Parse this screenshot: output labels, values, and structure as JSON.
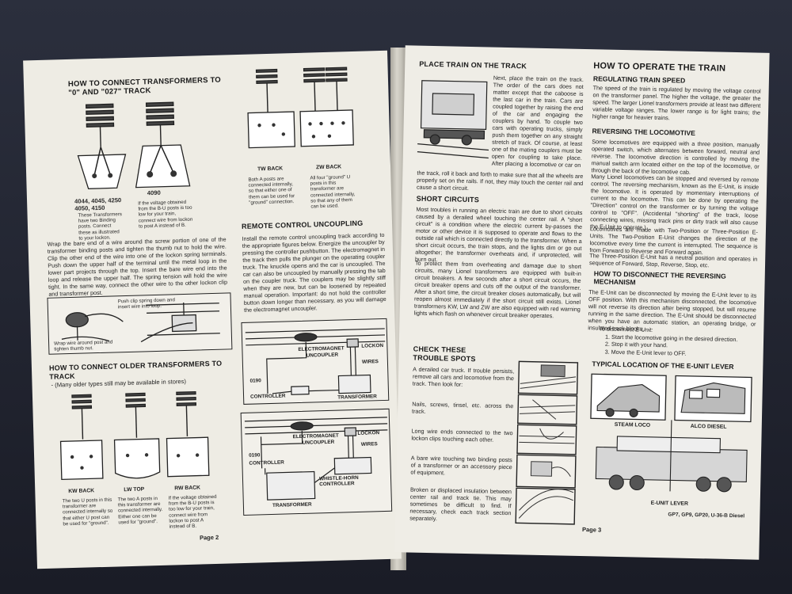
{
  "left_page": {
    "h_transformers": "HOW TO CONNECT TRANSFORMERS TO \"0\" AND \"027\" TRACK",
    "model_a": "4044, 4045, 4250",
    "model_a2": "4050, 4150",
    "model_a_cap": "These Transformers have two Binding posts. Connect these as illustrated to your lockon.",
    "model_b": "4090",
    "model_b_cap": "If the voltage obtained from the B-U posts is too low for your train, connect wire from lockon to post A instead of B.",
    "tw_back": "TW BACK",
    "tw_cap": "Both A posts are connected internally, so that either one of them can be used for \"ground\" connection.",
    "zw_back": "ZW BACK",
    "zw_cap": "All four \"ground\" U posts in this transformer are connected internally, so that any of them can be used.",
    "wrap_text": "Wrap the bare end of a wire around the screw portion of one of the transformer binding posts and tighten the thumb nut to hold the wire. Clip the other end of the wire into one of the lockon spring terminals. Push down the upper half of the terminal until the metal loop in the lower part projects through the top. Insert the bare wire end into the loop and release the upper half. The spring tension will hold the wire tight. In the same way, connect the other wire to the other lockon clip and transformer post.",
    "push_clip": "Push clip spring down and insert wire into loop.",
    "wrap_cap": "Wrap wire around post and tighten thumb nut.",
    "h_older": "HOW TO CONNECT OLDER TRANSFORMERS TO TRACK",
    "older_note": "- (Many older types still may be available in stores)",
    "kw_back": "KW BACK",
    "kw_cap": "The two U posts in this transformer are connected internally so that either U post can be used for \"ground\".",
    "lw_top": "LW TOP",
    "lw_cap": "The two A posts in this transformer are connected internally. Either one can be used for \"ground\".",
    "rw_back": "RW BACK",
    "rw_cap": "If the voltage obtained from the B-U posts is too low for your train, connect wire from lockon to post A instead of B.",
    "h_remote": "REMOTE CONTROL UNCOUPLING",
    "remote_text": "Install the remote control uncoupling track according to the appropriate figures below. Energize the uncoupler by pressing the controller pushbutton. The electromagnet in the track then pulls the plunger on the operating coupler truck. The knuckle opens and the car is uncoupled. The car can also be uncoupled by manually pressing the tab on the coupler truck. The couplers may be slightly stiff when they are new, but can be loosened by repeated manual operation. Important: do not hold the controller button down longer than necessary, as you will damage the electromagnet uncoupler.",
    "d1_electromagnet": "ELECTROMAGNET",
    "d1_uncoupler": "UNCOUPLER",
    "d1_lockon": "LOCKON",
    "d1_wires": "WIRES",
    "d1_0190": "0190",
    "d1_controller": "CONTROLLER",
    "d1_transformer": "TRANSFORMER",
    "d2_electromagnet": "ELECTROMAGNET",
    "d2_uncoupler": "UNCOUPLER",
    "d2_lockon": "LOCKON",
    "d2_wires": "WIRES",
    "d2_0190": "0190",
    "d2_controller": "CONTROLLER",
    "d2_whistle": "WHISTLE-HORN CONTROLLER",
    "d2_transformer": "TRANSFORMER",
    "page": "Page 2"
  },
  "right_page": {
    "h_place": "PLACE TRAIN ON THE TRACK",
    "place_text": "Next, place the train on the track. The order of the cars does not matter except that the caboose is the last car in the train. Cars are coupled together by raising the end of the car and engaging the couplers by hand. To couple two cars with operating trucks, simply push them together on any straight stretch of track. Of course, at least one of the mating couplers must be open for coupling to take place. After placing a locomotive or car on",
    "place_text2": "the track, roll it back and forth to make sure that all the wheels are properly set on the rails. If not, they may touch the center rail and cause a short circuit.",
    "h_short": "SHORT CIRCUITS",
    "short_text": "Most troubles in running an electric train are due to short circuits caused by a derailed wheel touching the center rail. A \"short circuit\" is a condition where the electric current by-passes the motor or other device it is supposed to operate and flows to the outside rail which is connected directly to the transformer. When a short circuit occurs, the train stops, and the lights dim or go out altogether; the transformer overheats and, if unprotected, will burn out.",
    "short_text2": "To protect them from overheating and damage due to short circuits, many Lionel transformers are equipped with built-in circuit breakers. A few seconds after a short circuit occurs, the circuit breaker opens and cuts off the output of the transformer. After a short time, the circuit breaker closes automatically, but will reopen almost immediately if the short circuit still exists. Lionel transformers KW, LW and ZW are also equipped with red warning lights which flash on whenever circuit breaker operates.",
    "h_check": "CHECK THESE TROUBLE SPOTS",
    "check_1": "A derailed car truck. If trouble persists, remove all cars and locomotive from the track. Then look for:",
    "check_2": "Nails, screws, tinsel, etc. across the track.",
    "check_3": "Long wire ends connected to the two lockon clips touching each other.",
    "check_4": "A bare wire touching two binding posts of a transformer or an accessory piece of equipment.",
    "check_5": "Broken or displaced insulation between center rail and track tie. This may sometimes be difficult to find. If necessary, check each track section separately.",
    "h_operate": "HOW TO OPERATE THE TRAIN",
    "h_speed": "REGULATING TRAIN SPEED",
    "speed_text": "The speed of the train is regulated by moving the voltage control on the transformer panel. The higher the voltage, the greater the speed. The larger Lionel transformers provide at least two different variable voltage ranges. The lower range is for light trains; the higher range for heavier trains.",
    "h_reverse": "REVERSING THE LOCOMOTIVE",
    "reverse_text": "Some locomotives are equipped with a three position, manually operated switch, which alternates between forward, neutral and reverse. The locomotive direction is controlled by moving the manual switch arm located either on the top of the locomotive, or through the back of the locomotive cab.",
    "reverse_text2": "Many Lionel locomotives can be stopped and reversed by remote control. The reversing mechanism, known as the E-Unit, is inside the locomotive. It is operated by momentary interruptions of current to the locomotive. This can be done by operating the \"Direction\" control on the transformer or by turning the voltage control to \"OFF\". (Accidental \"shorting\" of the track, loose connecting wires, missing track pins or dirty track will also cause the E-Unit to operate.)",
    "reverse_text3": "Locomotives are made with Two-Position or Three-Position E-Units. The Two-Position E-Unit changes the direction of the locomotive every time the current is interrupted. The sequence is from Forward to Reverse and Forward again.",
    "reverse_text4": "The Three-Position E-Unit has a neutral position and operates in sequence of Forward, Stop, Reverse, Stop, etc.",
    "h_disconnect": "HOW TO DISCONNECT THE REVERSING MECHANISM",
    "disconnect_text": "The E-Unit can be disconnected by moving the E-Unit lever to its OFF position. With this mechanism disconnected, the locomotive will not reverse its direction after being stopped, but will resume running in the same direction. The E-Unit should be disconnected when you have an automatic station, an operating bridge, or insulated track blocks.",
    "to_disconnect": "To disconnect E-Unit:",
    "steps": [
      "1. Start the locomotive going in the desired direction.",
      "2. Stop it with your hand.",
      "3. Move the E-Unit lever to OFF."
    ],
    "h_typical": "TYPICAL LOCATION OF THE E-UNIT LEVER",
    "steam": "STEAM LOCO",
    "alco": "ALCO DIESEL",
    "eunit": "E-UNIT LEVER",
    "gp": "GP7, GP9, GP20, U-36-B Diesel",
    "page": "Page 3"
  }
}
